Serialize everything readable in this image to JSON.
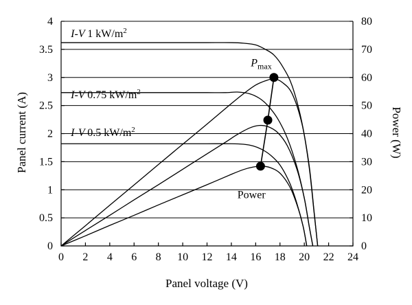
{
  "chart_data": {
    "type": "line",
    "xlabel": "Panel voltage (V)",
    "ylabel_left": "Panel current (A)",
    "ylabel_right": "Power (W)",
    "xlim": [
      0,
      24
    ],
    "ylim_left": [
      0,
      4
    ],
    "ylim_right": [
      0,
      80
    ],
    "x_ticks": [
      0,
      2,
      4,
      6,
      8,
      10,
      12,
      14,
      16,
      18,
      20,
      22,
      24
    ],
    "y_left_ticks": [
      0,
      0.5,
      1,
      1.5,
      2,
      2.5,
      3,
      3.5,
      4
    ],
    "y_right_ticks": [
      0,
      10,
      20,
      30,
      40,
      50,
      60,
      70,
      80
    ],
    "grid": "horizontal",
    "series": [
      {
        "name": "I-V 1 kW/m2",
        "axis": "left",
        "x": [
          0,
          2,
          4,
          6,
          8,
          10,
          12,
          14,
          15,
          16,
          16.8,
          17.5,
          18.2,
          19,
          19.8,
          20.4,
          20.8,
          21.1
        ],
        "y": [
          3.62,
          3.62,
          3.62,
          3.62,
          3.62,
          3.62,
          3.62,
          3.62,
          3.61,
          3.58,
          3.5,
          3.4,
          3.2,
          2.85,
          2.2,
          1.4,
          0.6,
          0
        ]
      },
      {
        "name": "I-V 0.75 kW/m2",
        "axis": "left",
        "x": [
          0,
          2,
          4,
          6,
          8,
          10,
          12,
          13.5,
          14.5,
          15.5,
          16.3,
          17,
          17.8,
          18.6,
          19.4,
          20,
          20.4,
          20.7
        ],
        "y": [
          2.73,
          2.73,
          2.73,
          2.73,
          2.73,
          2.73,
          2.73,
          2.73,
          2.74,
          2.71,
          2.63,
          2.5,
          2.27,
          1.92,
          1.4,
          0.85,
          0.35,
          0
        ]
      },
      {
        "name": "I-V 0.5 kW/m2",
        "axis": "left",
        "x": [
          0,
          2,
          4,
          6,
          8,
          10,
          12,
          14,
          15,
          15.8,
          16.5,
          17.2,
          18,
          18.8,
          19.4,
          19.9,
          20.2
        ],
        "y": [
          1.82,
          1.82,
          1.82,
          1.82,
          1.82,
          1.82,
          1.82,
          1.82,
          1.81,
          1.78,
          1.72,
          1.62,
          1.44,
          1.12,
          0.75,
          0.35,
          0
        ]
      },
      {
        "name": "Power 1 kW/m2",
        "axis": "right",
        "x": [
          0,
          2,
          4,
          6,
          8,
          10,
          12,
          14,
          15,
          16,
          16.8,
          17.5,
          18.2,
          19,
          19.8,
          20.4,
          20.8,
          21.1
        ],
        "y": [
          0,
          7.2,
          14.5,
          21.7,
          29,
          36.2,
          43.4,
          50.7,
          54.2,
          57.3,
          58.8,
          59.5,
          58.2,
          54.2,
          43.6,
          28.6,
          12.5,
          0
        ]
      },
      {
        "name": "Power 0.75 kW/m2",
        "axis": "right",
        "x": [
          0,
          2,
          4,
          6,
          8,
          10,
          12,
          13.5,
          14.5,
          15.5,
          16.3,
          17,
          17.8,
          18.6,
          19.4,
          20,
          20.4,
          20.7
        ],
        "y": [
          0,
          5.5,
          10.9,
          16.4,
          21.8,
          27.3,
          32.8,
          36.9,
          39.7,
          42,
          42.9,
          42.5,
          40.4,
          35.7,
          27.2,
          17,
          7.1,
          0
        ]
      },
      {
        "name": "Power 0.5 kW/m2",
        "axis": "right",
        "x": [
          0,
          2,
          4,
          6,
          8,
          10,
          12,
          14,
          15,
          15.8,
          16.5,
          17.2,
          18,
          18.8,
          19.4,
          19.9,
          20.2
        ],
        "y": [
          0,
          3.6,
          7.3,
          10.9,
          14.6,
          18.2,
          21.8,
          25.5,
          27.2,
          28.1,
          28.4,
          27.9,
          25.9,
          21.1,
          14.6,
          7,
          0
        ]
      }
    ],
    "mpp_points": {
      "axis": "right",
      "x": [
        16.4,
        17,
        17.5
      ],
      "y": [
        28.4,
        44.8,
        60
      ]
    },
    "annotations": {
      "iv_1": {
        "prefix": "I-V",
        "value": "1 kW/m",
        "sup": "2",
        "x": 0.8,
        "y": 3.72
      },
      "iv_075": {
        "prefix": "I-V",
        "value": "0.75 kW/m",
        "sup": "2",
        "x": 0.8,
        "y": 2.63
      },
      "iv_05": {
        "prefix": "I-V",
        "value": "0.5 kW/m",
        "sup": "2",
        "x": 0.8,
        "y": 1.96
      },
      "pmax": {
        "base": "P",
        "sub": "max",
        "x": 15.6,
        "y": 3.2
      },
      "power": {
        "label": "Power",
        "x": 14.5,
        "y": 0.85
      }
    }
  }
}
